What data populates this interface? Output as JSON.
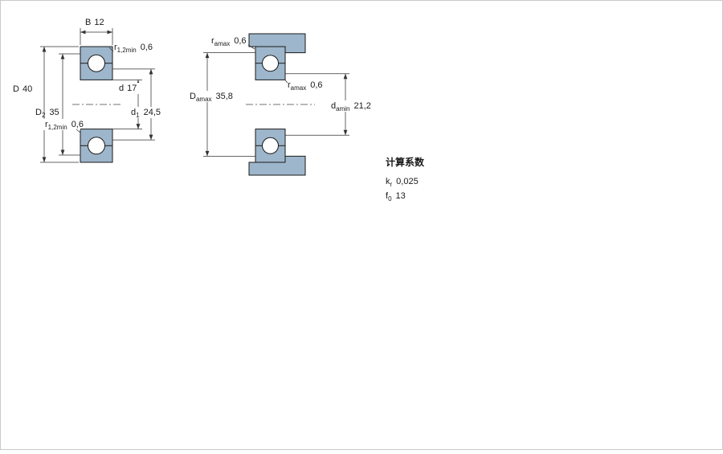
{
  "colors": {
    "section_fill": "#9db6cb",
    "part_line": "#1a1a1a",
    "dim_line": "#333333",
    "border": "#c9c9c9",
    "background": "#ffffff"
  },
  "left_view": {
    "dim_B": {
      "symbol": "B",
      "value": "12"
    },
    "dim_r_top": {
      "symbol": "r",
      "sub": "1,2min",
      "value": "0,6"
    },
    "dim_D": {
      "symbol": "D",
      "value": "40"
    },
    "dim_D2": {
      "symbol": "D",
      "sub": "2",
      "value": "35"
    },
    "dim_r_bottom": {
      "symbol": "r",
      "sub": "1,2min",
      "value": "0,6"
    },
    "dim_d": {
      "symbol": "d",
      "value": "17"
    },
    "dim_d1": {
      "symbol": "d",
      "sub": "1",
      "value": "24,5"
    }
  },
  "right_view": {
    "dim_ra_top": {
      "symbol": "r",
      "sub": "amax",
      "value": "0,6"
    },
    "dim_Da": {
      "symbol": "D",
      "sub": "amax",
      "value": "35,8"
    },
    "dim_ra_mid": {
      "symbol": "r",
      "sub": "amax",
      "value": "0,6"
    },
    "dim_da": {
      "symbol": "d",
      "sub": "amin",
      "value": "21,2"
    }
  },
  "calculation_factors": {
    "heading": "计算系数",
    "kr": {
      "symbol": "k",
      "sub": "r",
      "value": "0,025"
    },
    "f0": {
      "symbol": "f",
      "sub": "0",
      "value": "13"
    }
  }
}
